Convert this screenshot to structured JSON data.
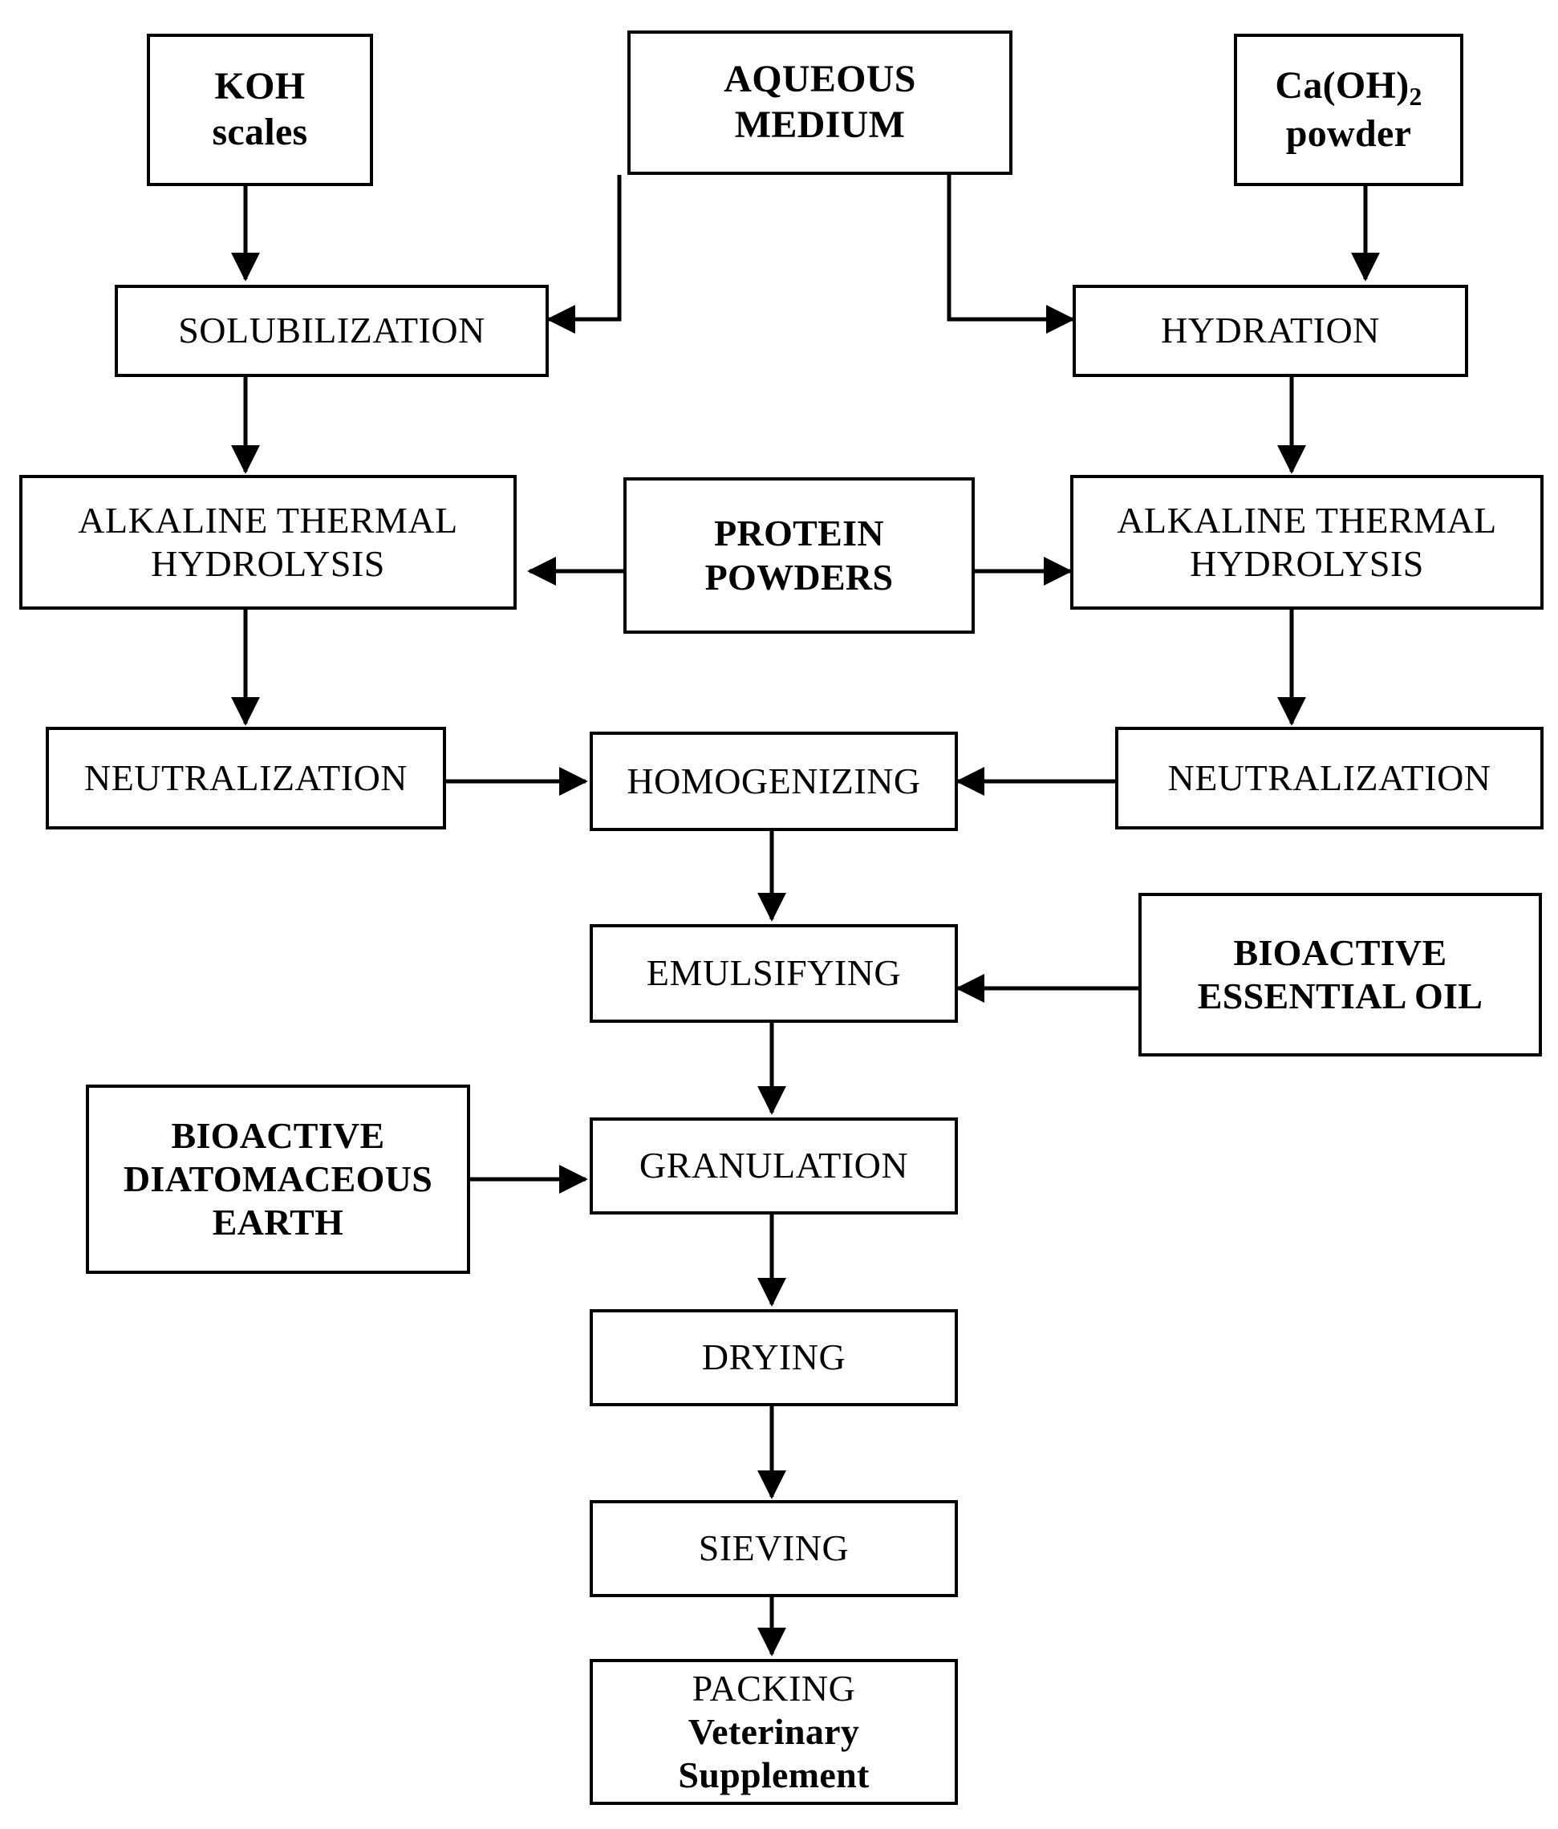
{
  "diagram": {
    "title": "Veterinary supplement production process flow",
    "line_color": "#000000",
    "background_color": "#ffffff",
    "node_border_color": "#000000"
  },
  "nodes": {
    "koh": {
      "line1": "KOH",
      "line2": "scales"
    },
    "aqueous_medium": {
      "line1": "AQUEOUS",
      "line2": "MEDIUM"
    },
    "calcium_hydroxide": {
      "line1_prefix": "Ca(OH)",
      "line1_sub": "2",
      "line2": "powder"
    },
    "solubilization": {
      "label": "SOLUBILIZATION"
    },
    "hydration": {
      "label": "HYDRATION"
    },
    "alkaline_hydrolysis_left": {
      "line1": "ALKALINE THERMAL",
      "line2": "HYDROLYSIS"
    },
    "protein_powders": {
      "line1": "PROTEIN",
      "line2": "POWDERS"
    },
    "alkaline_hydrolysis_right": {
      "line1": "ALKALINE THERMAL",
      "line2": "HYDROLYSIS"
    },
    "neutralization_left": {
      "label": "NEUTRALIZATION"
    },
    "homogenizing": {
      "label": "HOMOGENIZING"
    },
    "neutralization_right": {
      "label": "NEUTRALIZATION"
    },
    "emulsifying": {
      "label": "EMULSIFYING"
    },
    "bioactive_essential_oil": {
      "line1": "BIOACTIVE",
      "line2": "ESSENTIAL OIL"
    },
    "bioactive_diatomaceous_earth": {
      "line1": "BIOACTIVE",
      "line2": "DIATOMACEOUS",
      "line3": "EARTH"
    },
    "granulation": {
      "label": "GRANULATION"
    },
    "drying": {
      "label": "DRYING"
    },
    "sieving": {
      "label": "SIEVING"
    },
    "packing": {
      "line1": "PACKING",
      "line2": "Veterinary",
      "line3": "Supplement"
    }
  },
  "flow_edges": [
    {
      "from": "koh",
      "to": "solubilization",
      "direction": "down"
    },
    {
      "from": "aqueous_medium",
      "to": "solubilization",
      "direction": "down-left"
    },
    {
      "from": "aqueous_medium",
      "to": "hydration",
      "direction": "down-right"
    },
    {
      "from": "calcium_hydroxide",
      "to": "hydration",
      "direction": "down"
    },
    {
      "from": "solubilization",
      "to": "alkaline_hydrolysis_left",
      "direction": "down"
    },
    {
      "from": "hydration",
      "to": "alkaline_hydrolysis_right",
      "direction": "down"
    },
    {
      "from": "protein_powders",
      "to": "alkaline_hydrolysis_left",
      "direction": "left"
    },
    {
      "from": "protein_powders",
      "to": "alkaline_hydrolysis_right",
      "direction": "right"
    },
    {
      "from": "alkaline_hydrolysis_left",
      "to": "neutralization_left",
      "direction": "down"
    },
    {
      "from": "alkaline_hydrolysis_right",
      "to": "neutralization_right",
      "direction": "down"
    },
    {
      "from": "neutralization_left",
      "to": "homogenizing",
      "direction": "right"
    },
    {
      "from": "neutralization_right",
      "to": "homogenizing",
      "direction": "left"
    },
    {
      "from": "homogenizing",
      "to": "emulsifying",
      "direction": "down"
    },
    {
      "from": "bioactive_essential_oil",
      "to": "emulsifying",
      "direction": "left"
    },
    {
      "from": "emulsifying",
      "to": "granulation",
      "direction": "down"
    },
    {
      "from": "bioactive_diatomaceous_earth",
      "to": "granulation",
      "direction": "right"
    },
    {
      "from": "granulation",
      "to": "drying",
      "direction": "down"
    },
    {
      "from": "drying",
      "to": "sieving",
      "direction": "down"
    },
    {
      "from": "sieving",
      "to": "packing",
      "direction": "down"
    }
  ]
}
